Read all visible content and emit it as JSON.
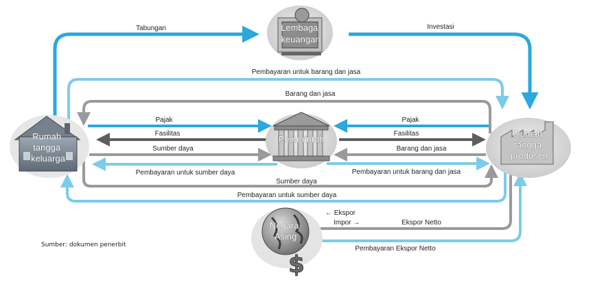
{
  "nodes": {
    "household": [
      "Rumah",
      "tangga",
      "keluarga"
    ],
    "financial": [
      "Lembaga",
      "keuangan"
    ],
    "government": [
      "Pemerintah"
    ],
    "producer": [
      "Rumah",
      "tangga",
      "produsen"
    ],
    "foreign": [
      "Negara",
      "Asing"
    ]
  },
  "flows": {
    "tabungan": "Tabungan",
    "investasi": "Investasi",
    "pembayaran_barang_jasa_top": "Pembayaran untuk barang dan jasa",
    "barang_dan_jasa_top": "Barang dan jasa",
    "pajak_left": "Pajak",
    "pajak_right": "Pajak",
    "fasilitas_left": "Fasilitas",
    "fasilitas_right": "Fasilitas",
    "sumber_daya_left": "Sumber daya",
    "barang_dan_jasa_right": "Barang dan jasa",
    "pembayaran_sumber_daya_left": "Pembayaran untuk sumber daya",
    "pembayaran_barang_jasa_right": "Pembayaran untuk barang dan jasa",
    "sumber_daya_bottom": "Sumber daya",
    "pembayaran_sumber_daya_bottom": "Pembayaran untuk sumber daya",
    "ekspor": "← Ekspor",
    "impor": "Impor →",
    "ekspor_netto": "Ekspor Netto",
    "pembayaran_ekspor_netto": "Pembayaran Ekspor Netto"
  },
  "source": "Sumber: dokumen penerbit",
  "colors": {
    "blue_flow": "#2BA8DC",
    "light_blue_flow": "#7CCBEA",
    "gray_flow": "#9A9A9A",
    "dark_gray_flow": "#5E5E5E"
  }
}
